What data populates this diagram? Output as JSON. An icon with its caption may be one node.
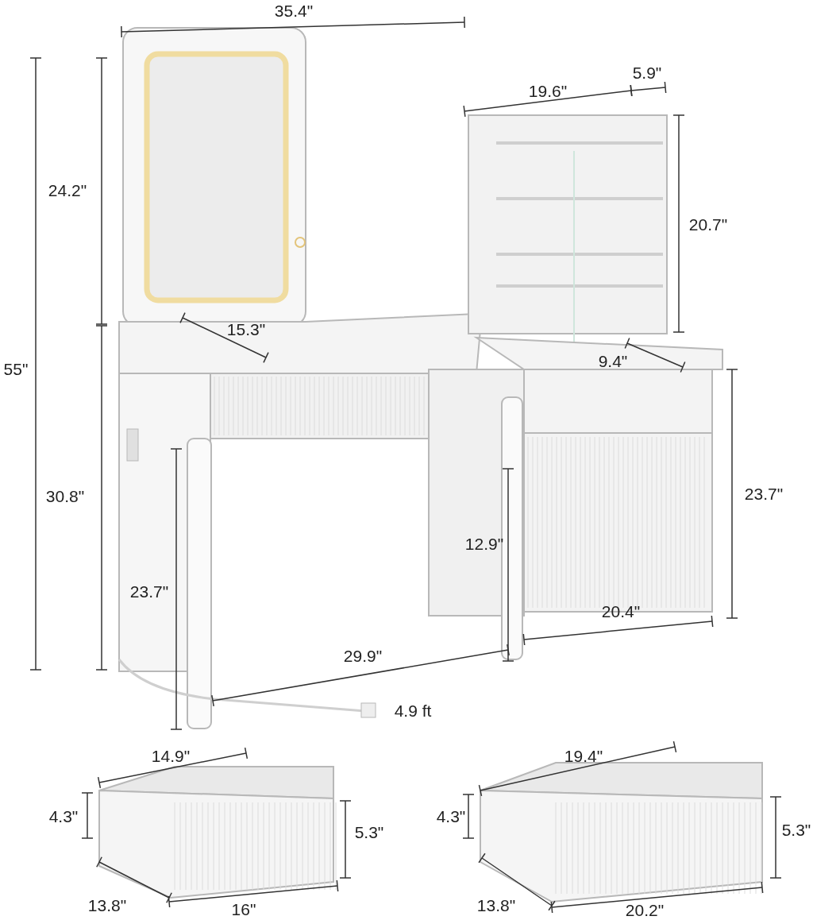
{
  "diagram": {
    "labels": [
      "35.4\"",
      "19.6\"",
      "5.9\"",
      "24.2\"",
      "20.7\"",
      "55\"",
      "15.3\"",
      "9.4\"",
      "30.8\"",
      "23.7\"",
      "12.9\"",
      "23.7\"",
      "20.4\"",
      "29.9\"",
      "4.9 ft",
      "14.9\"",
      "19.4\"",
      "4.3\"",
      "5.3\"",
      "4.3\"",
      "5.3\"",
      "13.8\"",
      "16\"",
      "13.8\"",
      "20.2\""
    ]
  }
}
